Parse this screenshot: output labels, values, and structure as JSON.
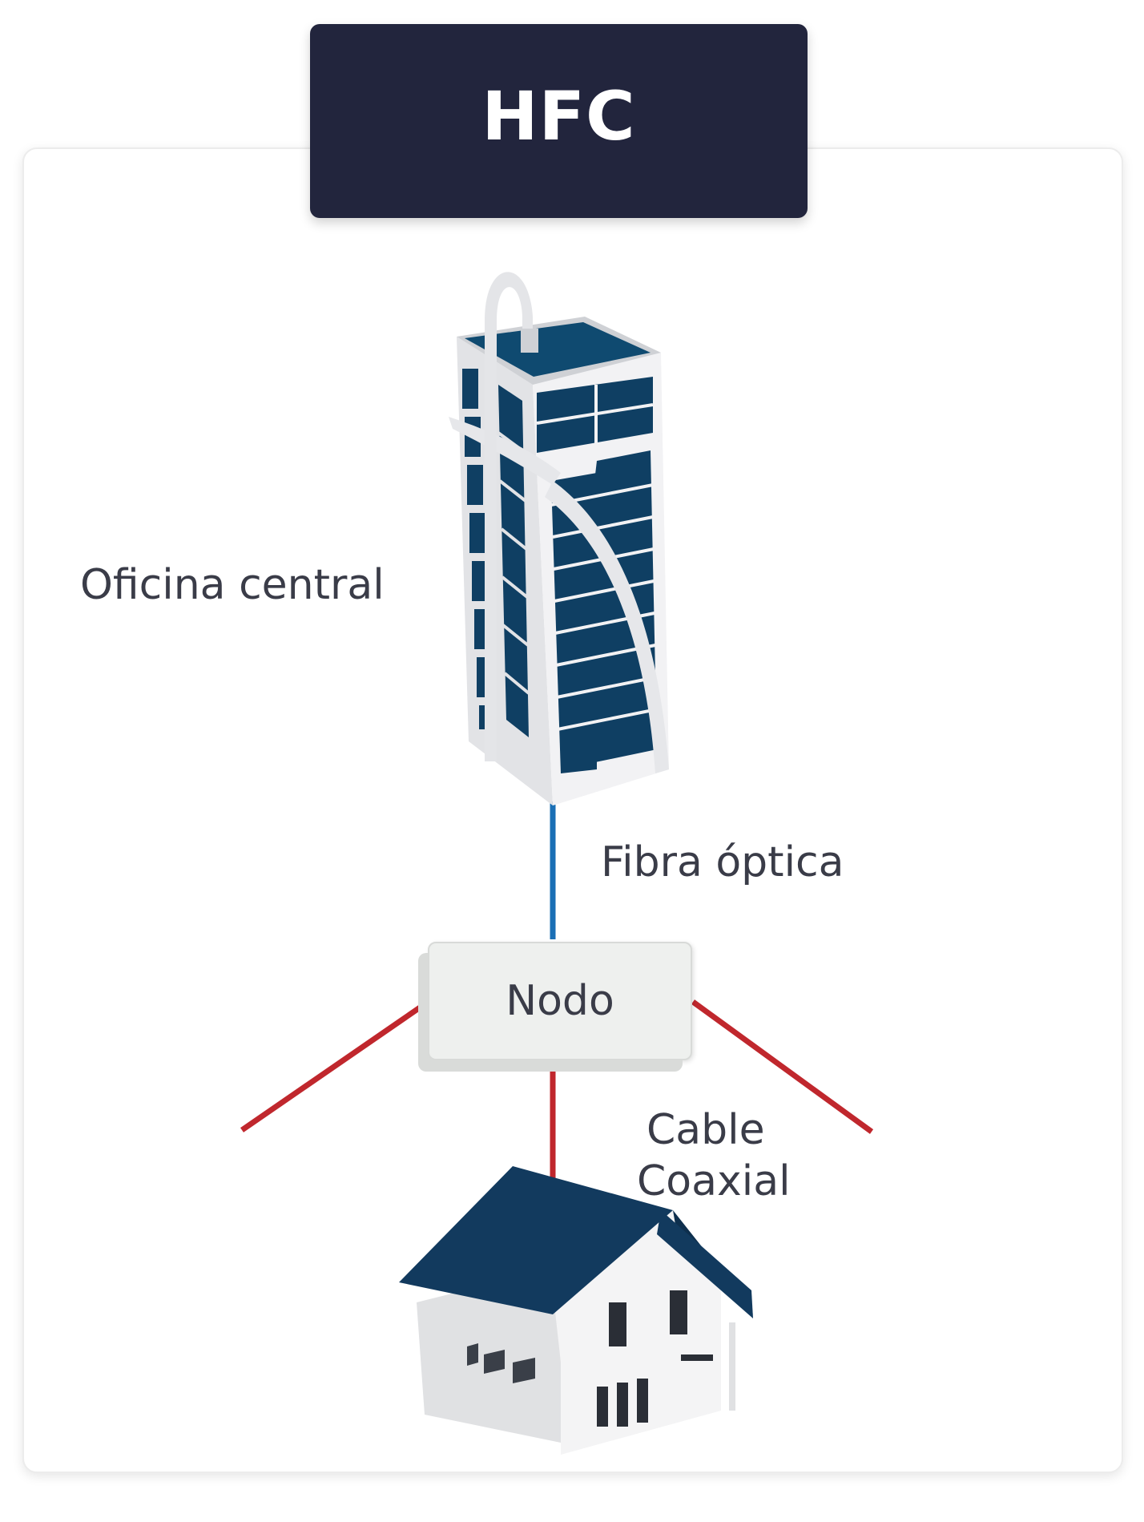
{
  "title": "HFC",
  "labels": {
    "central_office": "Oficina central",
    "fiber": "Fibra óptica",
    "node": "Nodo",
    "coax_line1": "Cable",
    "coax_line2": "Coaxial"
  },
  "colors": {
    "title_bg": "#22253d",
    "fiber_line": "#1a6fb5",
    "coax_line": "#c0272d",
    "building_glass": "#0f3f63",
    "roof": "#123a5e",
    "text": "#3a3c48"
  },
  "icons": {
    "building": "office-building-icon",
    "house": "house-icon"
  }
}
